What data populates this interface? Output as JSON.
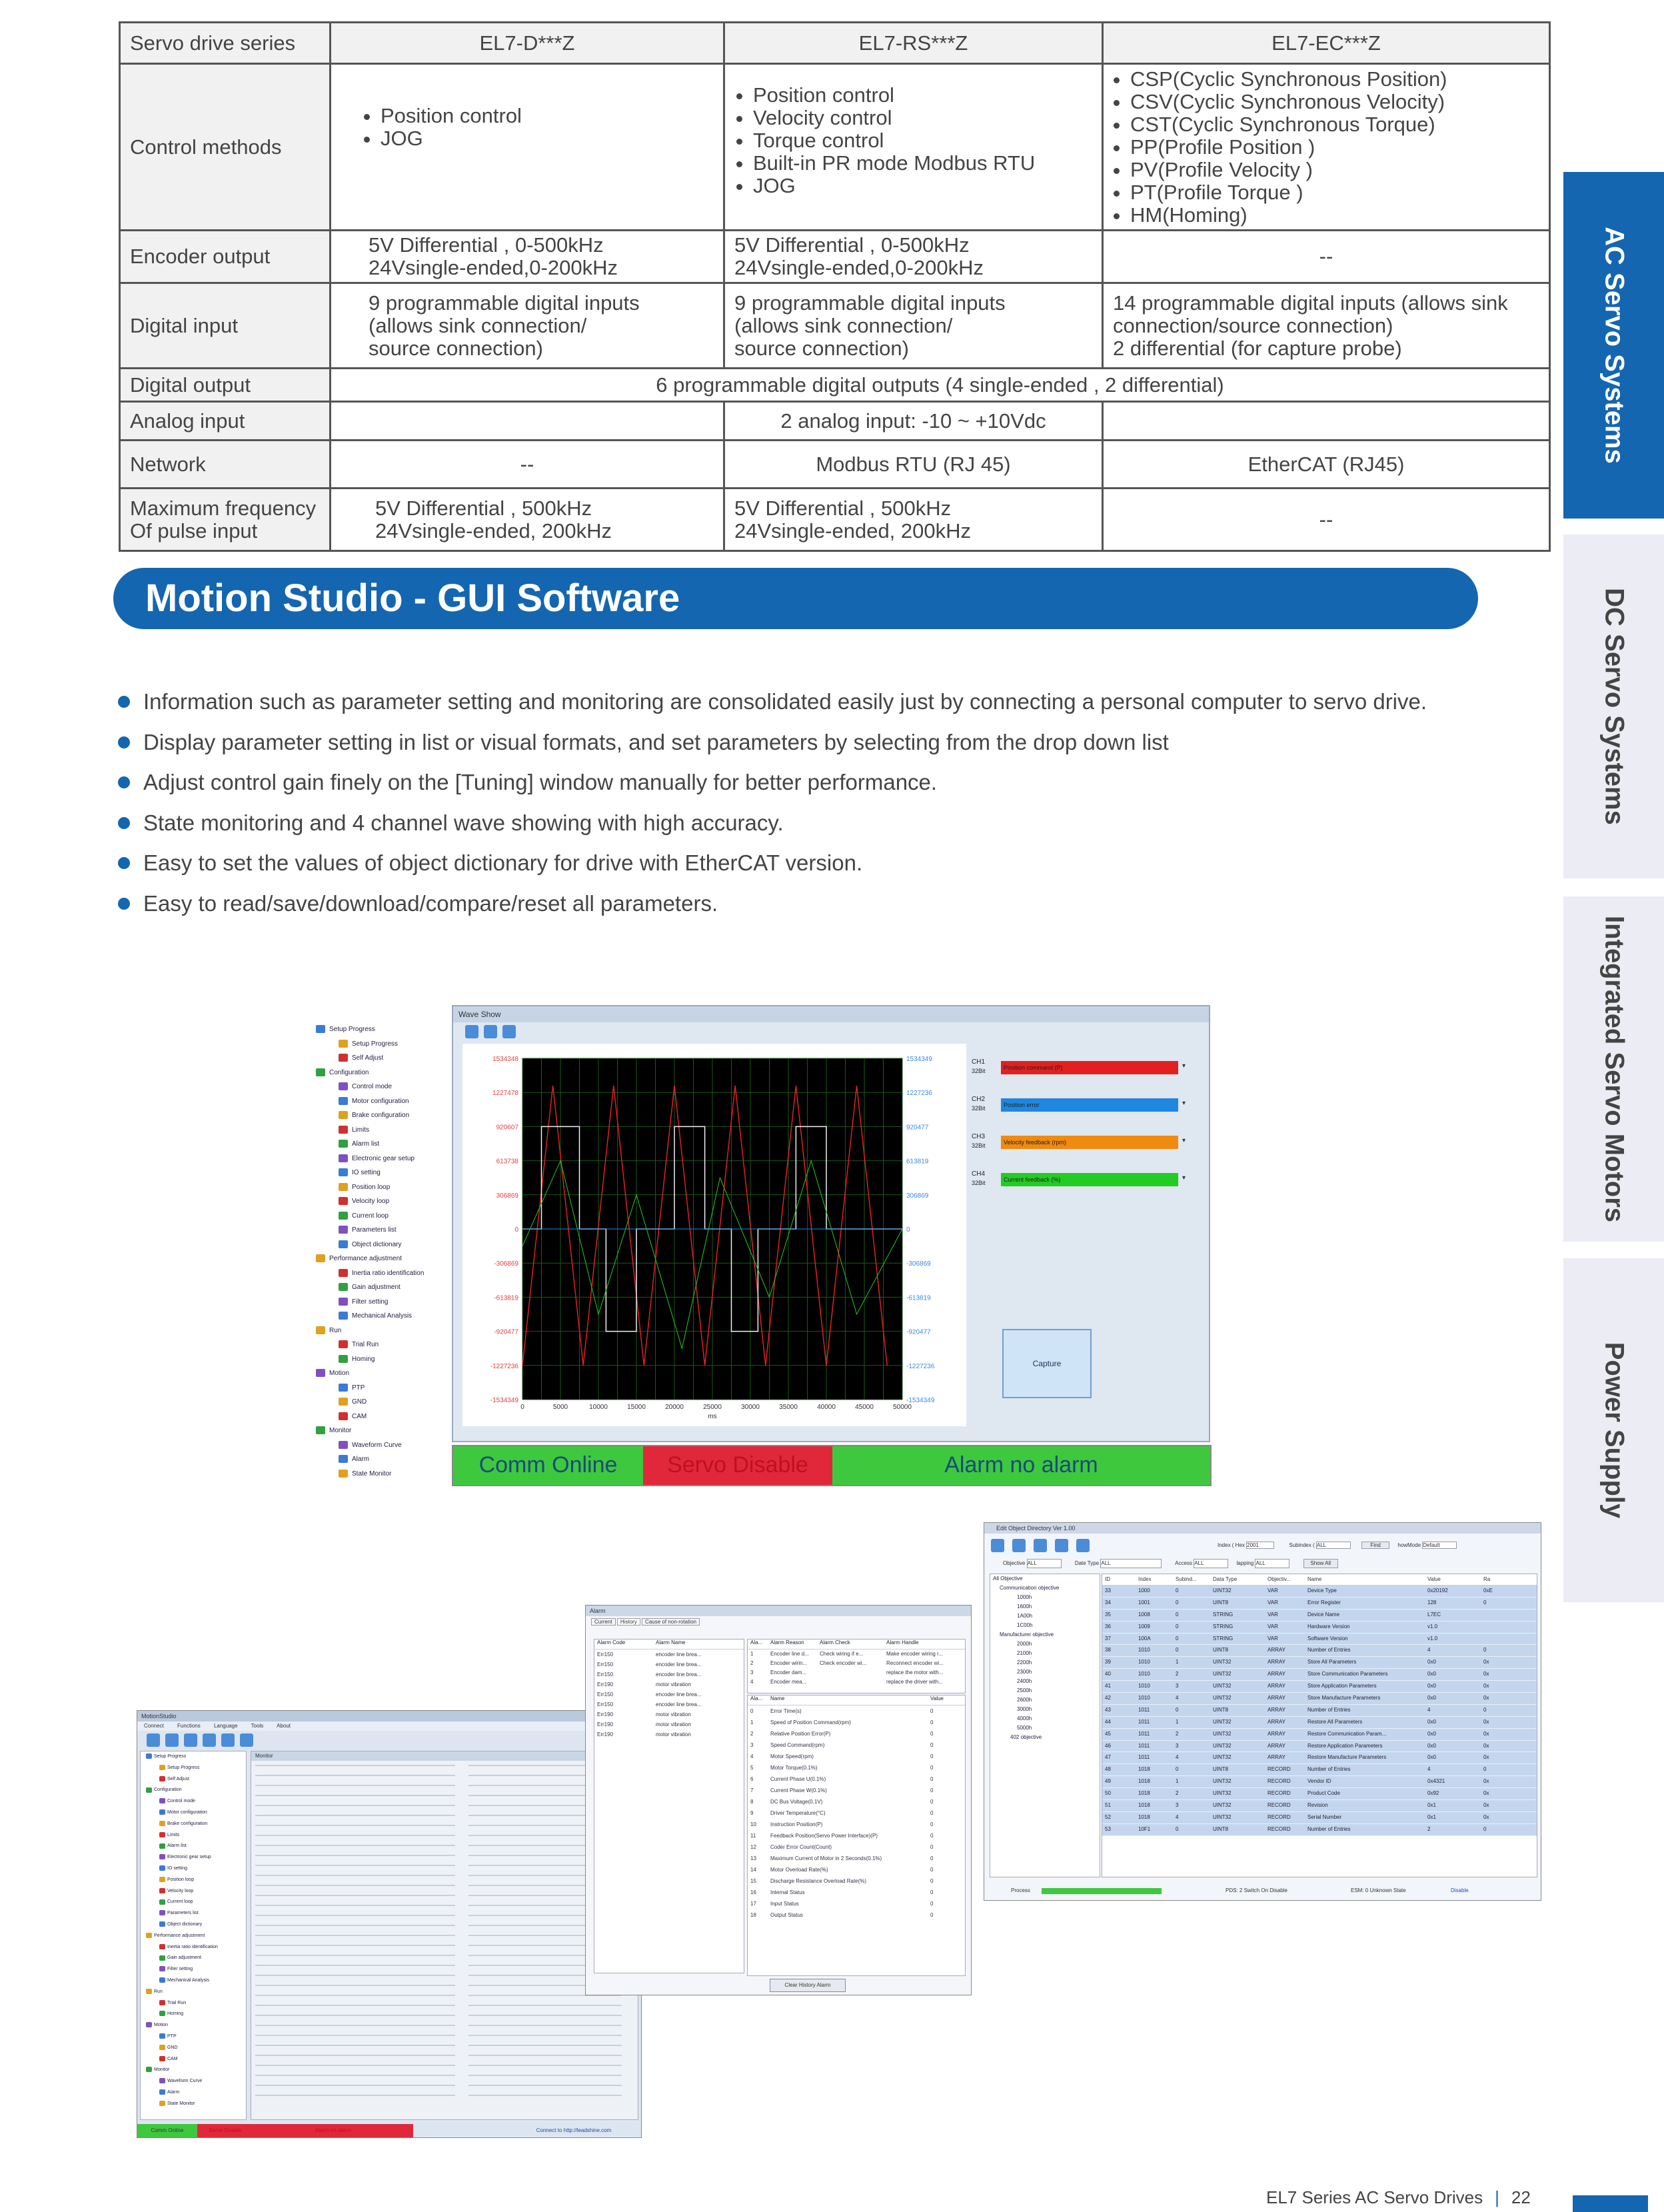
{
  "spec_table": {
    "header": {
      "label": "Servo drive series",
      "cols": [
        "EL7-D***Z",
        "EL7-RS***Z",
        "EL7-EC***Z"
      ]
    },
    "control_methods": {
      "label": "Control methods",
      "d": [
        "Position control",
        "JOG"
      ],
      "rs": [
        "Position control",
        "Velocity control",
        "Torque control",
        "Built-in PR mode Modbus RTU",
        "JOG"
      ],
      "ec": [
        "CSP(Cyclic Synchronous Position)",
        "CSV(Cyclic Synchronous Velocity)",
        "CST(Cyclic Synchronous Torque)",
        "PP(Profile Position )",
        "PV(Profile Velocity )",
        "PT(Profile Torque )",
        "HM(Homing)"
      ]
    },
    "encoder_output": {
      "label": "Encoder output",
      "d1": "5V Differential , 0-500kHz",
      "d2": "24Vsingle-ended,0-200kHz",
      "rs1": "5V Differential , 0-500kHz",
      "rs2": "24Vsingle-ended,0-200kHz",
      "ec": "--"
    },
    "digital_input": {
      "label": "Digital input",
      "d": [
        "9 programmable digital inputs",
        "(allows sink connection/",
        "source connection)"
      ],
      "rs": [
        "9 programmable digital inputs",
        "(allows sink connection/",
        "source connection)"
      ],
      "ec": [
        "14 programmable digital inputs (allows sink",
        "connection/source connection)",
        "2 differential (for capture probe)"
      ]
    },
    "digital_output": {
      "label": "Digital output",
      "value": "6 programmable digital outputs (4 single-ended , 2 differential)"
    },
    "analog_input": {
      "label": "Analog input",
      "rs": "2 analog input: -10 ~ +10Vdc"
    },
    "network": {
      "label": "Network",
      "d": "--",
      "rs": "Modbus RTU (RJ 45)",
      "ec": "EtherCAT (RJ45)"
    },
    "max_freq": {
      "label1": "Maximum frequency",
      "label2": "Of pulse input",
      "d1": "5V Differential , 500kHz",
      "d2": "24Vsingle-ended, 200kHz",
      "rs1": "5V Differential , 500kHz",
      "rs2": "24Vsingle-ended, 200kHz",
      "ec": "--"
    }
  },
  "banner": {
    "title": "Motion Studio - GUI Software"
  },
  "bullets": [
    "Information such as parameter setting and monitoring are consolidated easily just by connecting a personal computer to servo drive.",
    "Display parameter setting in list or visual formats, and set parameters by selecting from the drop down list",
    "Adjust control gain finely on the [Tuning] window manually for better performance.",
    "State monitoring and 4 channel wave showing with high accuracy.",
    "Easy to set the values of object dictionary for drive with EtherCAT version.",
    "Easy to read/save/download/compare/reset all parameters."
  ],
  "side_tabs": [
    "AC Servo Systems",
    "DC Servo Systems",
    "Integrated Servo Motors",
    "Power Supply"
  ],
  "footer": {
    "title": "EL7 Series AC Servo Drives",
    "page": "22"
  },
  "colors": {
    "brand_blue": "#1466b0",
    "tab_gray": "#ececf4"
  },
  "wave_show": {
    "window_title": "Wave Show",
    "tree": [
      "Setup Progress",
      "Setup Progress",
      "Self Adjust",
      "Configuration",
      "Control mode",
      "Motor configuration",
      "Brake configuration",
      "Limits",
      "Alarm list",
      "Electronic gear setup",
      "IO setting",
      "Position loop",
      "Velocity loop",
      "Current loop",
      "Parameters list",
      "Object dictionary",
      "Performance adjustment",
      "Inertia ratio identification",
      "Gain adjustment",
      "Filter setting",
      "Mechanical Analysis",
      "Run",
      "Trial Run",
      "Homing",
      "Motion",
      "PTP",
      "GND",
      "CAM",
      "Monitor",
      "Waveform Curve",
      "Alarm",
      "State Monitor"
    ],
    "left_ticks": [
      "1534348",
      "1227478",
      "920607",
      "613738",
      "306869",
      "0",
      "-306869",
      "-613819",
      "-920477",
      "-1227236",
      "-1534349"
    ],
    "right_ticks": [
      "1534349",
      "1227236",
      "920477",
      "613819",
      "306869",
      "0",
      "-306869",
      "-613819",
      "-920477",
      "-1227236",
      "-1534349"
    ],
    "x_ticks": [
      "0",
      "5000",
      "10000",
      "15000",
      "20000",
      "25000",
      "30000",
      "35000",
      "40000",
      "45000",
      "50000"
    ],
    "x_unit": "ms",
    "channels": [
      {
        "ch": "CH1",
        "bits": "32Bit",
        "label": "Position command (P)",
        "color": "#e22020"
      },
      {
        "ch": "CH2",
        "bits": "32Bit",
        "label": "Position error",
        "color": "#1e88e0"
      },
      {
        "ch": "CH3",
        "bits": "32Bit",
        "label": "Velocity feedback (rpm)",
        "color": "#f08a10"
      },
      {
        "ch": "CH4",
        "bits": "32Bit",
        "label": "Current feedback (%)",
        "color": "#22cc22"
      }
    ],
    "capture_label": "Capture",
    "status": [
      "Comm Online",
      "Servo Disable",
      "Alarm no alarm"
    ]
  },
  "alarm_window": {
    "title": "Alarm",
    "tabs": [
      "Current",
      "History",
      "Cause of non-rotation"
    ],
    "left_headers": [
      "Alarm Code",
      "Alarm Name"
    ],
    "left_rows": [
      [
        "Err150",
        "encoder line brea..."
      ],
      [
        "Err150",
        "encoder line brea..."
      ],
      [
        "Err150",
        "encoder line brea..."
      ],
      [
        "Err190",
        "motor vibration"
      ],
      [
        "Err150",
        "encoder line brea..."
      ],
      [
        "Err150",
        "encoder line brea..."
      ],
      [
        "Err190",
        "motor vibration"
      ],
      [
        "Err190",
        "motor vibration"
      ],
      [
        "Err190",
        "motor vibration"
      ]
    ],
    "right_headers": [
      "Ala...",
      "Alarm Reason",
      "Alarm Check",
      "Alarm Handle"
    ],
    "right_rows": [
      [
        "1",
        "Encoder line d...",
        "Check wiring if e...",
        "Make encoder wiring r..."
      ],
      [
        "2",
        "Encoder wirin...",
        "Check encoder wi...",
        "Reconnect encoder wi..."
      ],
      [
        "3",
        "Encoder dam...",
        "",
        "replace the motor with..."
      ],
      [
        "4",
        "Encoder mea...",
        "",
        "replace the driver with..."
      ]
    ],
    "param_headers": [
      "Ala...",
      "Name",
      "Value"
    ],
    "params": [
      [
        "0",
        "Error Time(s)",
        "0"
      ],
      [
        "1",
        "Speed of Position Command(rpm)",
        "0"
      ],
      [
        "2",
        "Relative Position Error(P)",
        "0"
      ],
      [
        "3",
        "Speed Command(rpm)",
        "0"
      ],
      [
        "4",
        "Motor Speed(rpm)",
        "0"
      ],
      [
        "5",
        "Motor Torque(0.1%)",
        "0"
      ],
      [
        "6",
        "Current Phase U(0.1%)",
        "0"
      ],
      [
        "7",
        "Current Phase W(0.1%)",
        "0"
      ],
      [
        "8",
        "DC Bus Voltage(0.1V)",
        "0"
      ],
      [
        "9",
        "Driver Temperature(°C)",
        "0"
      ],
      [
        "10",
        "Instruction Position(P)",
        "0"
      ],
      [
        "11",
        "Feedback Position(Servo Power Interface)(P)",
        "0"
      ],
      [
        "12",
        "Coder Error Count(Count)",
        "0"
      ],
      [
        "13",
        "Maximum Current of Motor in 2 Seconds(0.1%)",
        "0"
      ],
      [
        "14",
        "Motor Overload Rate(%)",
        "0"
      ],
      [
        "15",
        "Discharge Resistance Overload Rate(%)",
        "0"
      ],
      [
        "16",
        "Internal Status",
        "0"
      ],
      [
        "17",
        "Input Status",
        "0"
      ],
      [
        "18",
        "Output Status",
        "0"
      ]
    ],
    "button": "Clear History Alarm"
  },
  "object_dir": {
    "title": "Edit Object Directory Ver 1.00",
    "index_label": "Index ( Hex",
    "index_value": "2001",
    "subindex_label": "Subindex (",
    "subindex_value": "ALL",
    "find": "Find",
    "showmode_label": "howMode",
    "showmode_value": "Default",
    "objective_label": "Objective",
    "objective_value": "ALL",
    "datatype_label": "Date Type",
    "datatype_value": "ALL",
    "access_label": "Access",
    "access_value": "ALL",
    "mapping_label": "lapping",
    "mapping_value": "ALL",
    "showall": "Show All",
    "tree": [
      "All Objective",
      "Communication objective",
      "1000h",
      "1600h",
      "1A00h",
      "1C00h",
      "Manufacturer objective",
      "2000h",
      "2100h",
      "2200h",
      "2300h",
      "2400h",
      "2500h",
      "2600h",
      "3000h",
      "4000h",
      "5000h",
      "402 objective"
    ],
    "headers": [
      "ID",
      "Index",
      "Subind...",
      "Data Type",
      "Objectiv...",
      "Name",
      "Value",
      "Ra"
    ],
    "rows": [
      [
        "33",
        "1000",
        "0",
        "UINT32",
        "VAR",
        "Device Type",
        "0x20192",
        "0xE"
      ],
      [
        "34",
        "1001",
        "0",
        "UINT8",
        "VAR",
        "Error Register",
        "128",
        "0"
      ],
      [
        "35",
        "1008",
        "0",
        "STRING",
        "VAR",
        "Device Name",
        "L7EC",
        ""
      ],
      [
        "36",
        "1009",
        "0",
        "STRING",
        "VAR",
        "Hardware Version",
        "v1.0",
        ""
      ],
      [
        "37",
        "100A",
        "0",
        "STRING",
        "VAR",
        "Software Version",
        "v1.0",
        ""
      ],
      [
        "38",
        "1010",
        "0",
        "UINT8",
        "ARRAY",
        "Number of Entries",
        "4",
        "0"
      ],
      [
        "39",
        "1010",
        "1",
        "UINT32",
        "ARRAY",
        "Store All Parameters",
        "0x0",
        "0x"
      ],
      [
        "40",
        "1010",
        "2",
        "UINT32",
        "ARRAY",
        "Store Communication Parameters",
        "0x0",
        "0x"
      ],
      [
        "41",
        "1010",
        "3",
        "UINT32",
        "ARRAY",
        "Store Application Parameters",
        "0x0",
        "0x"
      ],
      [
        "42",
        "1010",
        "4",
        "UINT32",
        "ARRAY",
        "Store Manufacture Parameters",
        "0x0",
        "0x"
      ],
      [
        "43",
        "1011",
        "0",
        "UINT8",
        "ARRAY",
        "Number of Entries",
        "4",
        "0"
      ],
      [
        "44",
        "1011",
        "1",
        "UINT32",
        "ARRAY",
        "Restore All Parameters",
        "0x0",
        "0x"
      ],
      [
        "45",
        "1011",
        "2",
        "UINT32",
        "ARRAY",
        "Restore Communication Param...",
        "0x0",
        "0x"
      ],
      [
        "46",
        "1011",
        "3",
        "UINT32",
        "ARRAY",
        "Restore Application Parameters",
        "0x0",
        "0x"
      ],
      [
        "47",
        "1011",
        "4",
        "UINT32",
        "ARRAY",
        "Restore Manufacture Parameters",
        "0x0",
        "0x"
      ],
      [
        "48",
        "1018",
        "0",
        "UINT8",
        "RECORD",
        "Number of Entries",
        "4",
        "0"
      ],
      [
        "49",
        "1018",
        "1",
        "UINT32",
        "RECORD",
        "Vendor ID",
        "0x4321",
        "0x"
      ],
      [
        "50",
        "1018",
        "2",
        "UINT32",
        "RECORD",
        "Product Code",
        "0x92",
        "0x"
      ],
      [
        "51",
        "1018",
        "3",
        "UINT32",
        "RECORD",
        "Revision",
        "0x1",
        "0x"
      ],
      [
        "52",
        "1018",
        "4",
        "UINT32",
        "RECORD",
        "Serial Number",
        "0x1",
        "0x"
      ],
      [
        "53",
        "10F1",
        "0",
        "UINT8",
        "RECORD",
        "Number of Entries",
        "2",
        "0"
      ]
    ],
    "status_process": "Process",
    "status_pds": "PDS: 2 Switch On Disable",
    "status_esm": "ESM: 0 Unknown State",
    "status_disable": "Disable"
  },
  "param_window": {
    "title": "MotionStudio",
    "menu": [
      "Connect",
      "Functions",
      "Language",
      "Tools",
      "About"
    ],
    "panel_title": "Monitor",
    "status": [
      "Comm Online",
      "Servo Disable",
      "Alarm no alarm"
    ],
    "footer_link": "Connect to http://leadshine.com"
  }
}
